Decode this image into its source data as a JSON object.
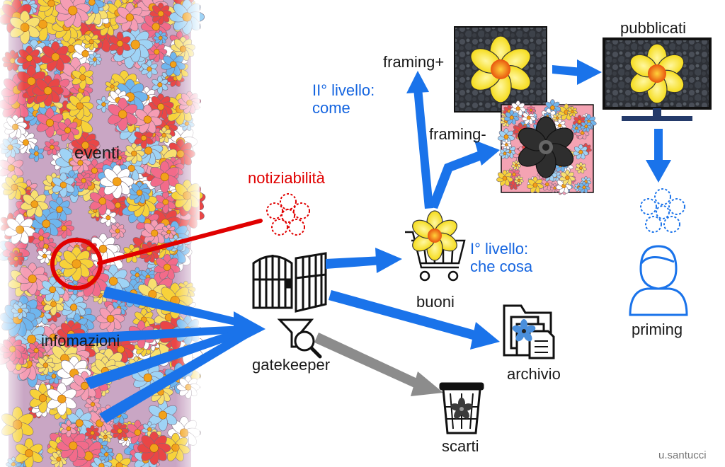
{
  "labels": {
    "eventi": "eventi",
    "infomazioni": "infomazioni",
    "notiziabilita": "notiziabilità",
    "gatekeeper": "gatekeeper",
    "buoni": "buoni",
    "archivio": "archivio",
    "scarti": "scarti",
    "primo_livello_line1": "I° livello:",
    "primo_livello_line2": "che cosa",
    "secondo_livello_line1": "II° livello:",
    "secondo_livello_line2": "come",
    "framing_plus": "framing+",
    "framing_minus": "framing-",
    "pubblicati": "pubblicati",
    "priming": "priming",
    "credit": "u.santucci"
  },
  "colors": {
    "flow_blue": "#1a73ea",
    "discard_gray": "#8c8c8c",
    "newsworthiness_red": "#e00000",
    "flower_yellow": "#f7e11b",
    "flower_center": "#f07a12"
  }
}
